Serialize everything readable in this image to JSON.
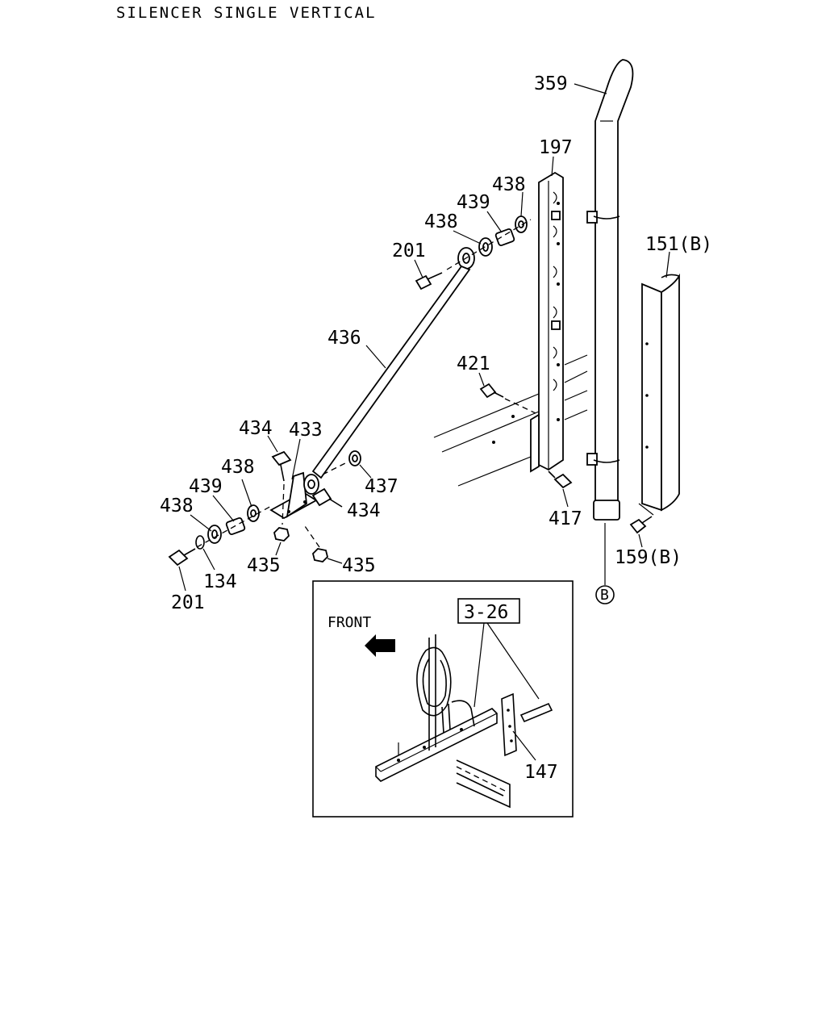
{
  "title": "SILENCER SINGLE VERTICAL",
  "callouts": {
    "c359": "359",
    "c197": "197",
    "c438_a": "438",
    "c439_a": "439",
    "c438_b": "438",
    "c201_a": "201",
    "c151b": "151(B)",
    "c436": "436",
    "c421": "421",
    "c434_a": "434",
    "c433": "433",
    "c438_c": "438",
    "c439_b": "439",
    "c438_d": "438",
    "c437": "437",
    "c434_b": "434",
    "c417": "417",
    "c435_a": "435",
    "c435_b": "435",
    "c134": "134",
    "c201_b": "201",
    "c159b": "159(B)",
    "c147": "147"
  },
  "connector_marker": "B",
  "inset": {
    "front_label": "FRONT",
    "reference_box": "3-26"
  },
  "icons": {
    "front_arrow": "arrow-left-filled-icon",
    "connector_circle": "circled-letter-icon"
  }
}
